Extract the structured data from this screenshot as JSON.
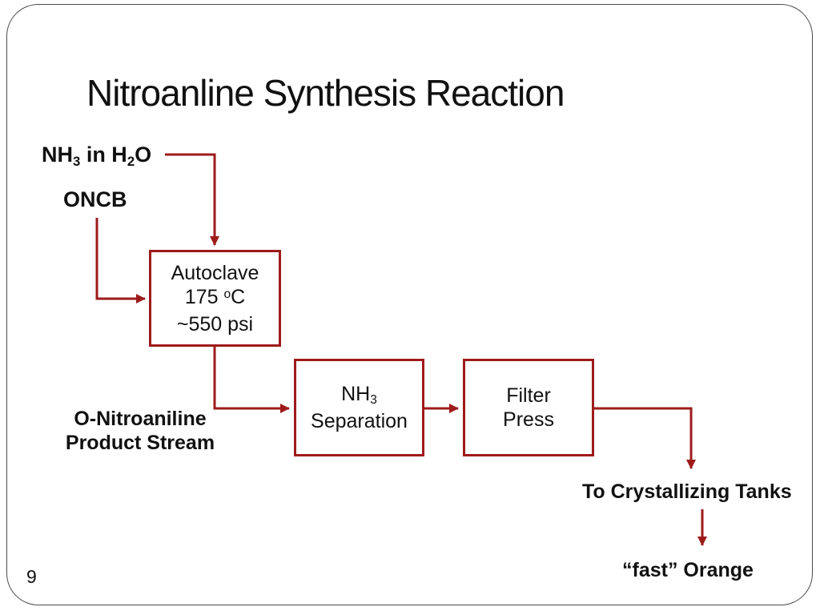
{
  "slide": {
    "title": "Nitroanline Synthesis Reaction",
    "page_number": "9",
    "accent_color": "#9e1b1b",
    "border_color": "#4b4b4b"
  },
  "labels": {
    "nh3_in_h2o": [
      [
        "t",
        "NH"
      ],
      [
        "sub",
        "3"
      ],
      [
        "t",
        " in H"
      ],
      [
        "sub",
        "2"
      ],
      [
        "t",
        "O"
      ]
    ],
    "oncb": "ONCB",
    "product_stream_line1": "O-Nitroaniline",
    "product_stream_line2": "Product Stream",
    "to_crystallizing_tanks": "To Crystallizing Tanks",
    "fast_orange": "“fast” Orange"
  },
  "boxes": {
    "autoclave": {
      "line1": "Autoclave",
      "line2": [
        [
          "t",
          "175 "
        ],
        [
          "sup",
          "o"
        ],
        [
          "t",
          "C"
        ]
      ],
      "line3": "~550 psi"
    },
    "nh3_separation": {
      "line1": [
        [
          "t",
          "NH"
        ],
        [
          "sub",
          "3"
        ]
      ],
      "line2": "Separation"
    },
    "filter_press": {
      "line1": "Filter",
      "line2": "Press"
    }
  }
}
